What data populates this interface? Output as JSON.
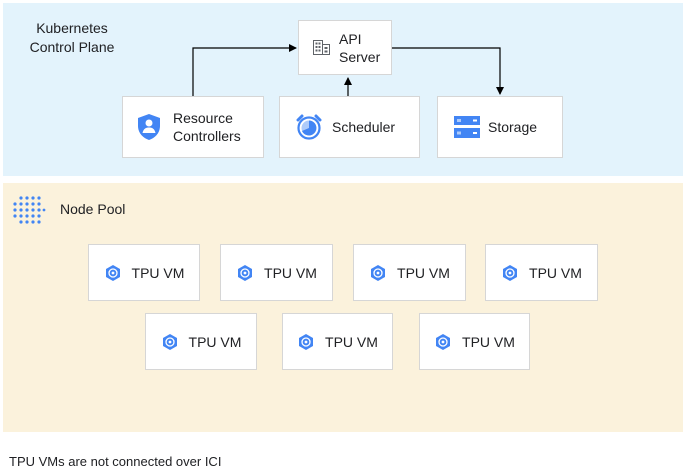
{
  "control_plane": {
    "title_line1": "Kubernetes",
    "title_line2": "Control Plane",
    "api_server": {
      "line1": "API",
      "line2": "Server",
      "icon": "building-icon"
    },
    "resource_controllers": {
      "line1": "Resource",
      "line2": "Controllers",
      "icon": "shield-user-icon"
    },
    "scheduler": {
      "label": "Scheduler",
      "icon": "clock-scheduler-icon"
    },
    "storage": {
      "label": "Storage",
      "icon": "storage-icon"
    }
  },
  "node_pool": {
    "title": "Node Pool",
    "icon": "node-pool-dots-icon",
    "tpu_vms": [
      "TPU VM",
      "TPU VM",
      "TPU VM",
      "TPU VM",
      "TPU VM",
      "TPU VM",
      "TPU VM"
    ],
    "tpu_icon": "kubernetes-hexagon-icon"
  },
  "colors": {
    "control_plane_bg": "#e3f3fc",
    "node_pool_bg": "#fbf2dc",
    "icon_blue": "#4285f4",
    "icon_light_blue": "#aecbfa"
  },
  "footnote": "TPU VMs are not connected over ICI"
}
